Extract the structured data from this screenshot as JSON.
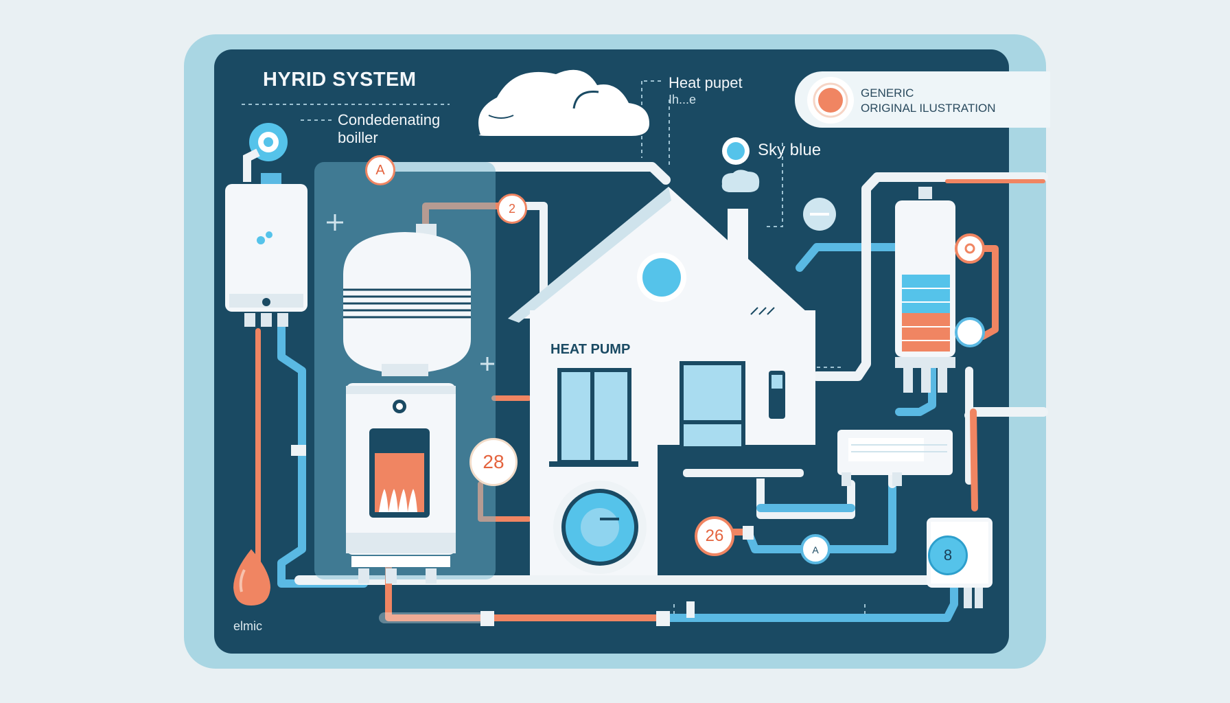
{
  "title": "HYRID SYSTEM",
  "boiler_label": {
    "line1": "Condedenating",
    "line2": "boiller"
  },
  "heat_pump_top_label": {
    "line1": "Heat pupet",
    "line2": "Ih...e"
  },
  "sky_label": "Sky blue",
  "house_label": "HEAT PUMP",
  "generic_badge": {
    "line1": "GENERIC",
    "line2": "ORIGINAL ILUSTRATION"
  },
  "corner_label": "elmic",
  "badges": {
    "a": "A",
    "two": "2",
    "twenty_eight": "28",
    "twenty_six": "26",
    "eight": "8"
  },
  "colors": {
    "background": "#e9f0f3",
    "frame": "#a9d6e3",
    "panel": "#1a4a63",
    "hot_pipe": "#f08562",
    "cold_pipe": "#5ab9e3",
    "appliance": "#f4f7fa",
    "accent_blue": "#55c3ea"
  }
}
